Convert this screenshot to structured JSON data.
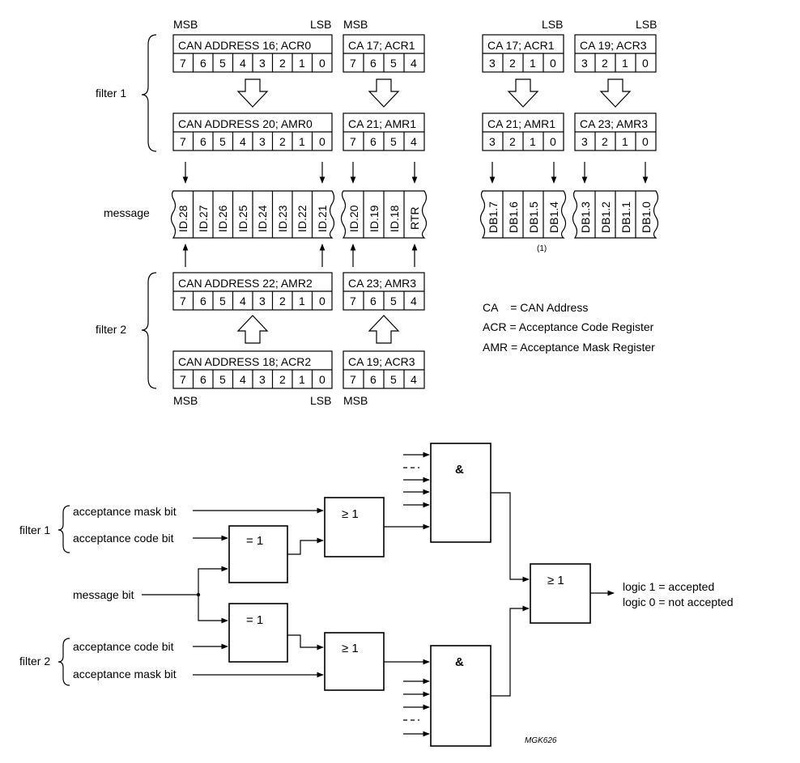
{
  "labels": {
    "msb": "MSB",
    "lsb": "LSB",
    "filter1": "filter 1",
    "filter2": "filter 2",
    "message": "message",
    "footnote": "(1)",
    "figure_id": "MGK626"
  },
  "registers": {
    "r1": {
      "title": "CAN ADDRESS 16; ACR0",
      "bits": [
        "7",
        "6",
        "5",
        "4",
        "3",
        "2",
        "1",
        "0"
      ]
    },
    "r2": {
      "title": "CA 17; ACR1",
      "bits": [
        "7",
        "6",
        "5",
        "4"
      ]
    },
    "r3": {
      "title": "CA 17; ACR1",
      "bits": [
        "3",
        "2",
        "1",
        "0"
      ]
    },
    "r4": {
      "title": "CA 19; ACR3",
      "bits": [
        "3",
        "2",
        "1",
        "0"
      ]
    },
    "r5": {
      "title": "CAN ADDRESS 20; AMR0",
      "bits": [
        "7",
        "6",
        "5",
        "4",
        "3",
        "2",
        "1",
        "0"
      ]
    },
    "r6": {
      "title": "CA 21; AMR1",
      "bits": [
        "7",
        "6",
        "5",
        "4"
      ]
    },
    "r7": {
      "title": "CA 21; AMR1",
      "bits": [
        "3",
        "2",
        "1",
        "0"
      ]
    },
    "r8": {
      "title": "CA 23; AMR3",
      "bits": [
        "3",
        "2",
        "1",
        "0"
      ]
    },
    "r9": {
      "title": "CAN ADDRESS 22; AMR2",
      "bits": [
        "7",
        "6",
        "5",
        "4",
        "3",
        "2",
        "1",
        "0"
      ]
    },
    "r10": {
      "title": "CA 23; AMR3",
      "bits": [
        "7",
        "6",
        "5",
        "4"
      ]
    },
    "r11": {
      "title": "CAN ADDRESS 18; ACR2",
      "bits": [
        "7",
        "6",
        "5",
        "4",
        "3",
        "2",
        "1",
        "0"
      ]
    },
    "r12": {
      "title": "CA 19; ACR3",
      "bits": [
        "7",
        "6",
        "5",
        "4"
      ]
    }
  },
  "message_fields": {
    "m1": [
      "ID.28",
      "ID.27",
      "ID.26",
      "ID.25",
      "ID.24",
      "ID.23",
      "ID.22",
      "ID.21"
    ],
    "m2": [
      "ID.20",
      "ID.19",
      "ID.18",
      "RTR"
    ],
    "m3": [
      "DB1.7",
      "DB1.6",
      "DB1.5",
      "DB1.4"
    ],
    "m4": [
      "DB1.3",
      "DB1.2",
      "DB1.1",
      "DB1.0"
    ]
  },
  "legend": [
    "CA    = CAN Address",
    "ACR = Acceptance Code Register",
    "AMR = Acceptance Mask Register"
  ],
  "logic": {
    "filter1": "filter 1",
    "filter2": "filter 2",
    "mask_bit": "acceptance mask bit",
    "code_bit": "acceptance code bit",
    "message_bit": "message bit",
    "xor": "= 1",
    "or": "≥ 1",
    "and": "&",
    "out1": "logic 1 = accepted",
    "out0": "logic 0 = not accepted"
  }
}
